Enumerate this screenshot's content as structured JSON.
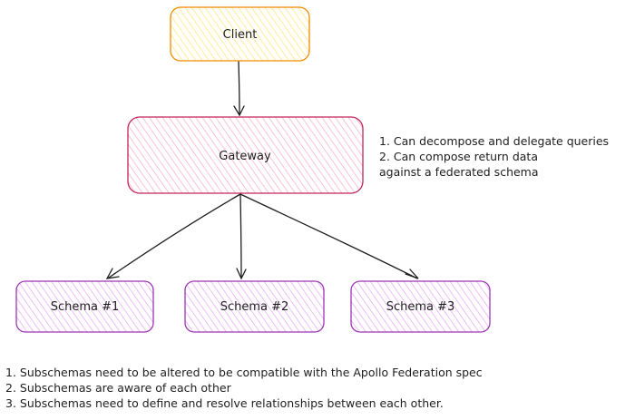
{
  "nodes": {
    "client": {
      "label": "Client",
      "stroke": "#f08c00",
      "fill": "#ffec99"
    },
    "gateway": {
      "label": "Gateway",
      "stroke": "#c2255c",
      "fill": "#fcc2d7"
    },
    "schema1": {
      "label": "Schema #1",
      "stroke": "#9c36b5",
      "fill": "#eebefa"
    },
    "schema2": {
      "label": "Schema #2",
      "stroke": "#9c36b5",
      "fill": "#eebefa"
    },
    "schema3": {
      "label": "Schema #3",
      "stroke": "#9c36b5",
      "fill": "#eebefa"
    }
  },
  "gateway_notes": [
    "1. Can decompose and delegate queries",
    "2. Can compose return data",
    "against a federated schema"
  ],
  "bottom_notes": [
    "1. Subschemas need to be altered to be compatible with the Apollo Federation spec",
    "2. Subschemas are aware of each other",
    "3. Subschemas need to define and resolve relationships between each other."
  ],
  "edges": [
    {
      "from": "client",
      "to": "gateway"
    },
    {
      "from": "gateway",
      "to": "schema1"
    },
    {
      "from": "gateway",
      "to": "schema2"
    },
    {
      "from": "gateway",
      "to": "schema3"
    }
  ],
  "colors": {
    "arrow": "#1e1e1e"
  }
}
